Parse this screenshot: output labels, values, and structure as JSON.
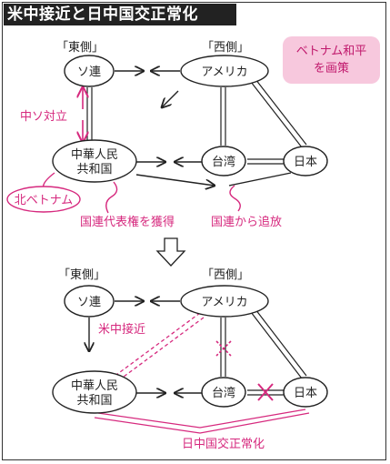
{
  "title": "米中接近と日中国交正常化",
  "callout": {
    "line1": "ベトナム和平",
    "line2": "を画策"
  },
  "top": {
    "east_label": "「東側」",
    "west_label": "「西側」",
    "nodes": {
      "sorenzu": "ソ連",
      "america": "アメリカ",
      "china_line1": "中華人民",
      "china_line2": "共和国",
      "taiwan": "台湾",
      "japan": "日本",
      "north_vietnam": "北ベトナム"
    },
    "annotations": {
      "sino_soviet": "中ソ対立",
      "un_seat": "国連代表権を獲得",
      "un_expel": "国連から追放"
    }
  },
  "bottom": {
    "east_label": "「東側」",
    "west_label": "「西側」",
    "nodes": {
      "sorenzu": "ソ連",
      "america": "アメリカ",
      "china_line1": "中華人民",
      "china_line2": "共和国",
      "taiwan": "台湾",
      "japan": "日本"
    },
    "annotations": {
      "us_china": "米中接近",
      "normalization": "日中国交正常化"
    }
  },
  "colors": {
    "accent": "#d6297e",
    "callout_bg": "#f7c8dd",
    "ink": "#222222"
  }
}
